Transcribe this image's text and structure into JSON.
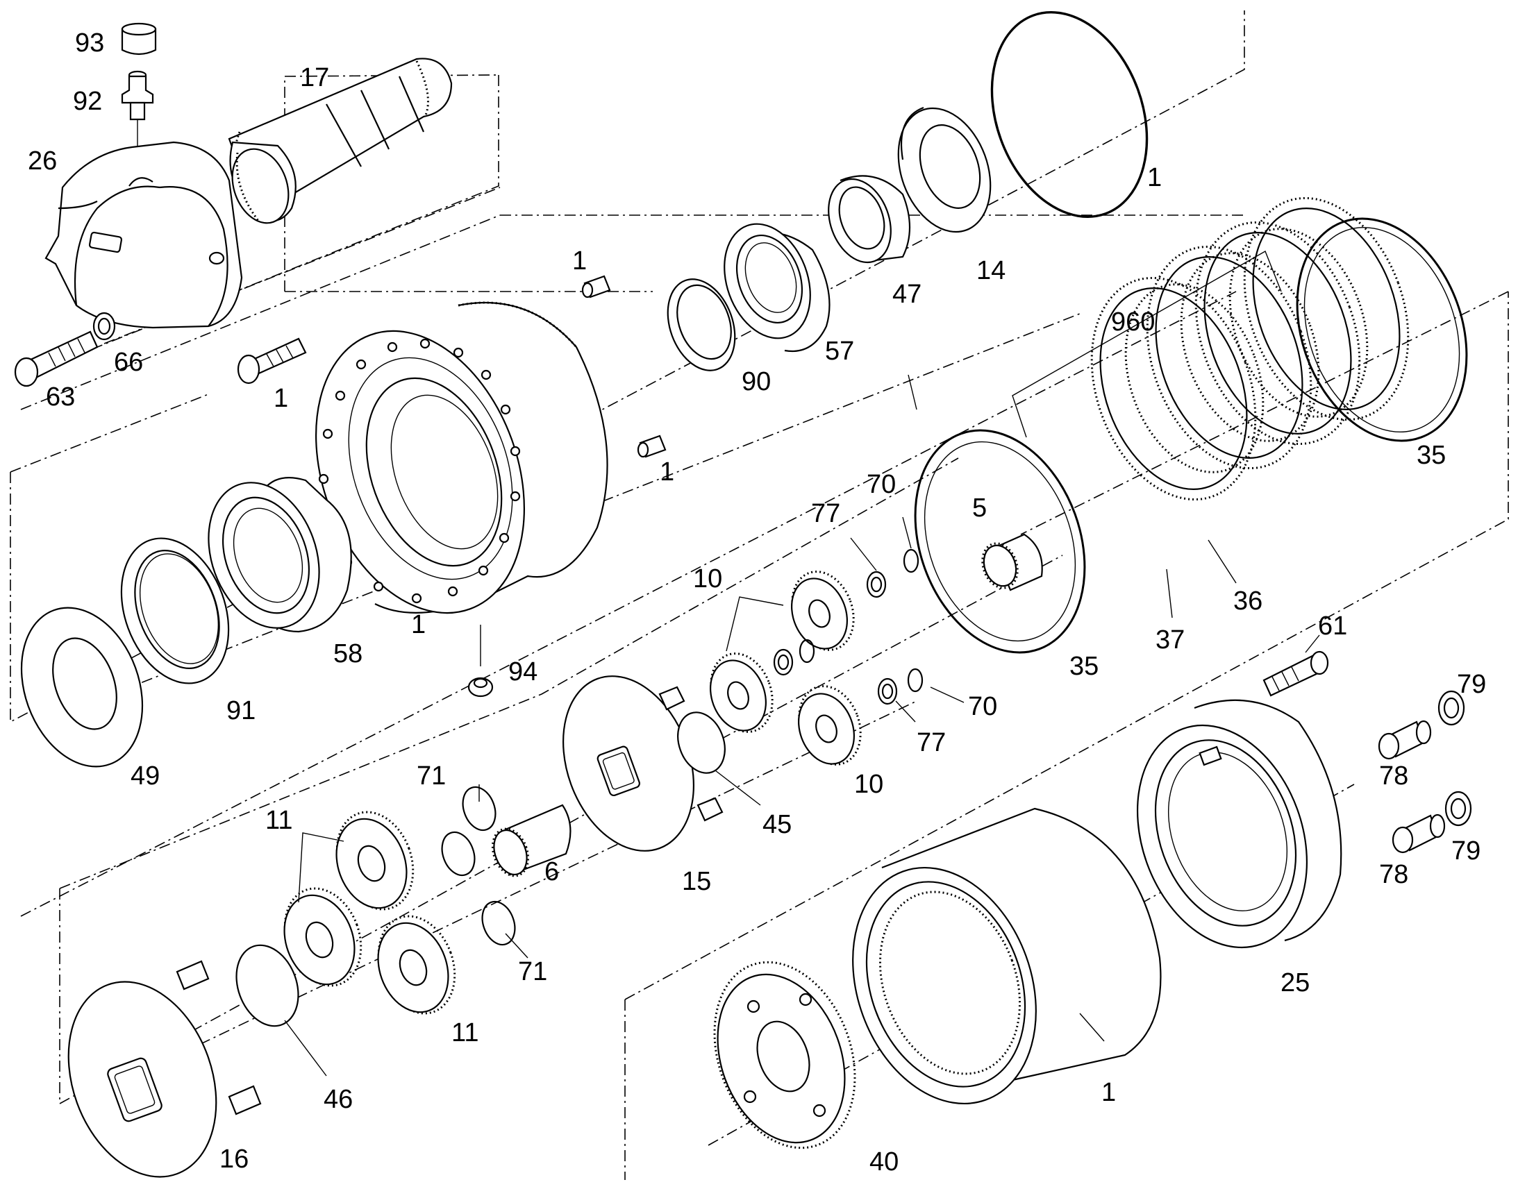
{
  "callouts": [
    {
      "id": "c93",
      "text": "93"
    },
    {
      "id": "c92",
      "text": "92"
    },
    {
      "id": "c17",
      "text": "17"
    },
    {
      "id": "c26",
      "text": "26"
    },
    {
      "id": "c1a",
      "text": "1"
    },
    {
      "id": "c1b",
      "text": "1"
    },
    {
      "id": "c1c",
      "text": "1"
    },
    {
      "id": "c1d",
      "text": "1"
    },
    {
      "id": "c1e",
      "text": "1"
    },
    {
      "id": "c1f",
      "text": "1"
    },
    {
      "id": "c14",
      "text": "14"
    },
    {
      "id": "c47",
      "text": "47"
    },
    {
      "id": "c57",
      "text": "57"
    },
    {
      "id": "c90",
      "text": "90"
    },
    {
      "id": "c66",
      "text": "66"
    },
    {
      "id": "c63",
      "text": "63"
    },
    {
      "id": "c960",
      "text": "960"
    },
    {
      "id": "c35a",
      "text": "35"
    },
    {
      "id": "c35b",
      "text": "35"
    },
    {
      "id": "c70a",
      "text": "70"
    },
    {
      "id": "c70b",
      "text": "70"
    },
    {
      "id": "c77a",
      "text": "77"
    },
    {
      "id": "c77b",
      "text": "77"
    },
    {
      "id": "c5",
      "text": "5"
    },
    {
      "id": "c10a",
      "text": "10"
    },
    {
      "id": "c10b",
      "text": "10"
    },
    {
      "id": "c36",
      "text": "36"
    },
    {
      "id": "c37",
      "text": "37"
    },
    {
      "id": "c58",
      "text": "58"
    },
    {
      "id": "c91",
      "text": "91"
    },
    {
      "id": "c49",
      "text": "49"
    },
    {
      "id": "c94",
      "text": "94"
    },
    {
      "id": "c61",
      "text": "61"
    },
    {
      "id": "c79a",
      "text": "79"
    },
    {
      "id": "c79b",
      "text": "79"
    },
    {
      "id": "c78a",
      "text": "78"
    },
    {
      "id": "c78b",
      "text": "78"
    },
    {
      "id": "c45",
      "text": "45"
    },
    {
      "id": "c15",
      "text": "15"
    },
    {
      "id": "c71a",
      "text": "71"
    },
    {
      "id": "c71b",
      "text": "71"
    },
    {
      "id": "c11a",
      "text": "11"
    },
    {
      "id": "c11b",
      "text": "11"
    },
    {
      "id": "c6",
      "text": "6"
    },
    {
      "id": "c46",
      "text": "46"
    },
    {
      "id": "c16",
      "text": "16"
    },
    {
      "id": "c25",
      "text": "25"
    },
    {
      "id": "c40",
      "text": "40"
    }
  ]
}
